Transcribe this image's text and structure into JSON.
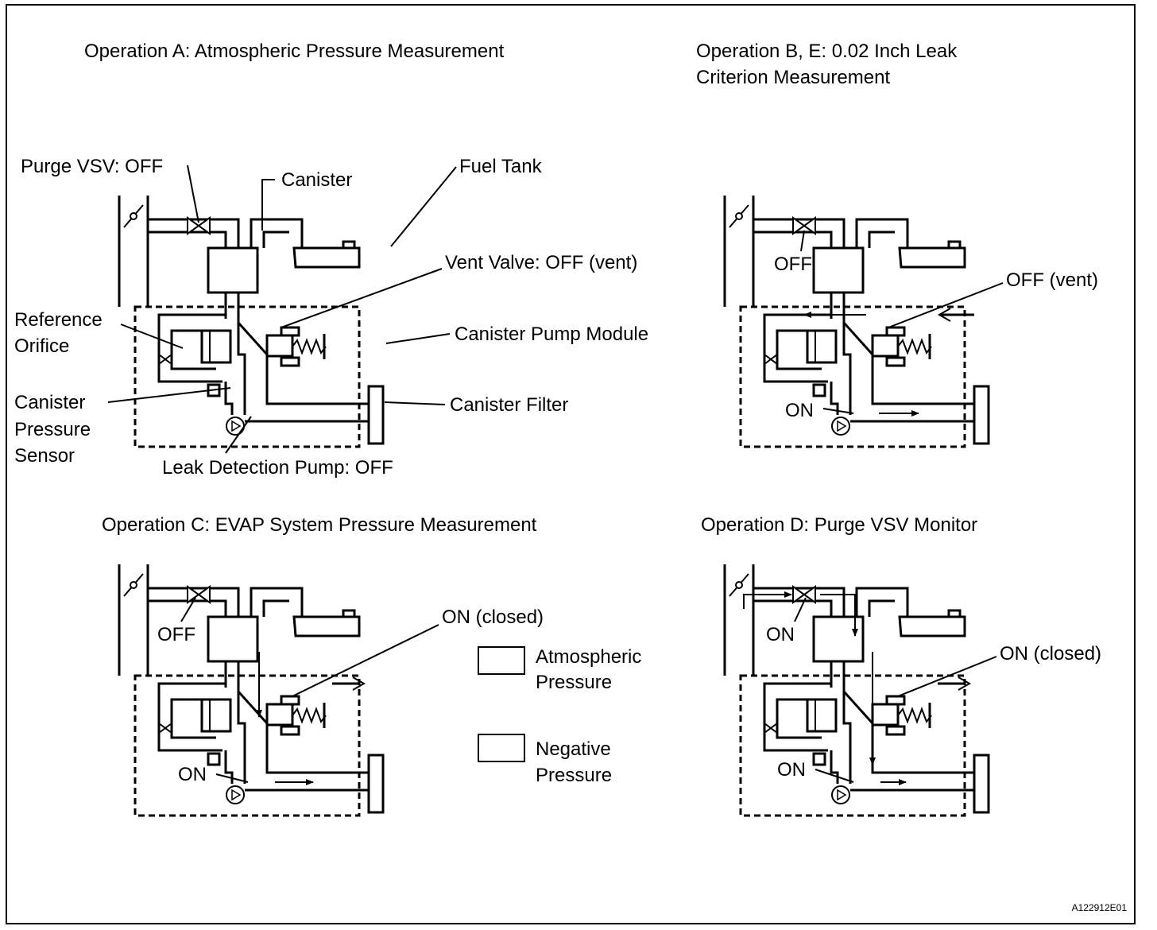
{
  "operations": {
    "a": {
      "title": "Operation A: Atmospheric Pressure Measurement",
      "labels": {
        "purge_vsv": "Purge VSV: OFF",
        "canister": "Canister",
        "fuel_tank": "Fuel Tank",
        "vent_valve": "Vent Valve: OFF (vent)",
        "reference_orifice_1": "Reference",
        "reference_orifice_2": "Orifice",
        "canister_pump_module": "Canister Pump Module",
        "canister_pressure_sensor_1": "Canister",
        "canister_pressure_sensor_2": "Pressure",
        "canister_pressure_sensor_3": "Sensor",
        "canister_filter": "Canister Filter",
        "leak_detection_pump": "Leak Detection Pump: OFF"
      }
    },
    "b": {
      "title_line1": "Operation B, E: 0.02 Inch Leak",
      "title_line2": "Criterion Measurement",
      "labels": {
        "purge_vsv": "OFF",
        "vent_valve": "OFF (vent)",
        "pump": "ON"
      }
    },
    "c": {
      "title": "Operation C: EVAP System Pressure Measurement",
      "labels": {
        "purge_vsv": "OFF",
        "vent_valve": "ON (closed)",
        "pump": "ON"
      }
    },
    "d": {
      "title": "Operation D: Purge VSV Monitor",
      "labels": {
        "purge_vsv": "ON",
        "vent_valve": "ON (closed)",
        "pump": "ON"
      }
    }
  },
  "legend": {
    "atmospheric_1": "Atmospheric",
    "atmospheric_2": "Pressure",
    "negative_1": "Negative",
    "negative_2": "Pressure"
  },
  "figure_code": "A122912E01"
}
